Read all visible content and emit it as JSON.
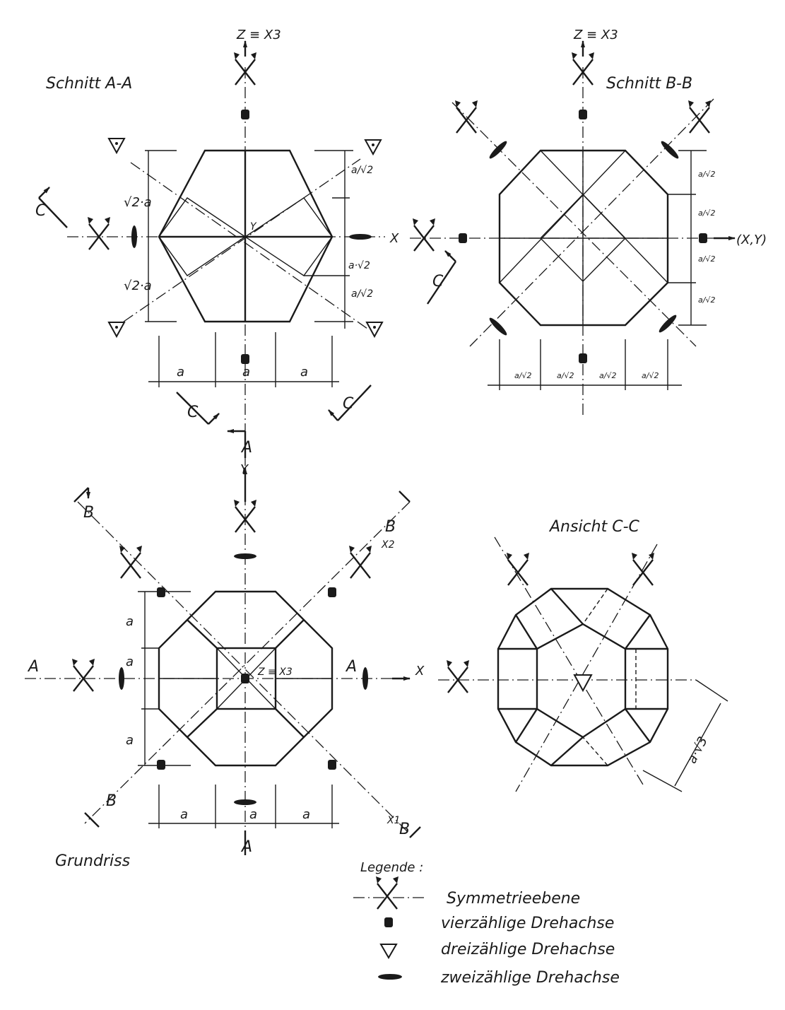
{
  "views": {
    "section_aa": {
      "title": "Schnitt A-A",
      "z_axis": "Z ≡ X3",
      "x_axis": "X",
      "y_axis": "Y",
      "cut_label": "C"
    },
    "section_bb": {
      "title": "Schnitt B-B",
      "z_axis": "Z ≡ X3",
      "x_axis": "(X,Y)",
      "cut_label": "C"
    },
    "plan": {
      "title": "Grundriss",
      "y_axis": "Y",
      "x_axis": "X",
      "x1_axis": "X1",
      "x2_axis": "X2",
      "z_axis": "Z ≡ X3",
      "cut_a": "A",
      "cut_b": "B"
    },
    "view_cc": {
      "title": "Ansicht C-C",
      "dim_label": "a·√3"
    }
  },
  "dimensions": {
    "a": "a",
    "a_sqrt2": "√2·a",
    "a_over_sqrt2": "a/√2",
    "a_sqrt2_short": "a·√2"
  },
  "legend": {
    "title": "Legende :",
    "items": [
      {
        "symbol": "symmetry-plane",
        "label": "Symmetrieebene"
      },
      {
        "symbol": "fourfold-axis",
        "label": "vierzählige Drehachse"
      },
      {
        "symbol": "threefold-axis",
        "label": "dreizählige Drehachse"
      },
      {
        "symbol": "twofold-axis",
        "label": "zweizählige Drehachse"
      }
    ]
  }
}
